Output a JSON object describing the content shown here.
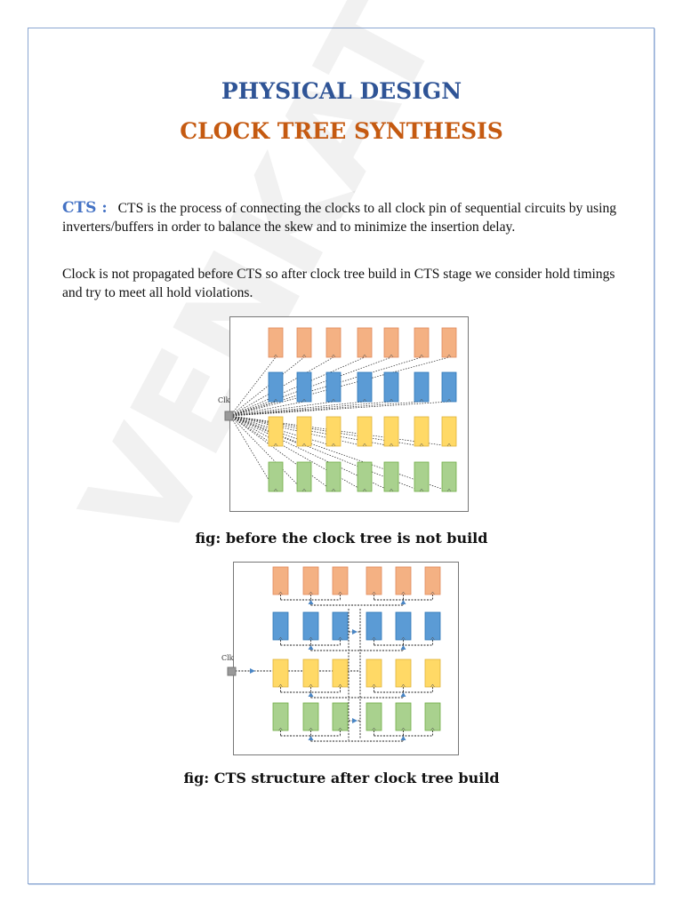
{
  "title": "PHYSICAL DESIGN",
  "subtitle": "CLOCK TREE SYNTHESIS",
  "cts_label": "CTS :",
  "para1": "CTS is the process of connecting the clocks to all clock pin of sequential circuits by using inverters/buffers in order to balance the skew and to minimize the insertion delay.",
  "para2": "Clock is not propagated before CTS so after clock tree build in CTS stage we consider hold timings and try to meet all hold violations.",
  "fig1": {
    "clk_label": "Clk",
    "caption": "fig: before the clock tree is not build"
  },
  "fig2": {
    "clk_label": "Clk",
    "caption": "fig: CTS structure after clock tree build"
  },
  "colors": {
    "title": "#2f5496",
    "subtitle": "#c55a11",
    "cts_label": "#4472c4",
    "row_colors": [
      "#f4b183",
      "#5b9bd5",
      "#ffd966",
      "#a9d18e"
    ],
    "row_strokes": [
      "#e08a5c",
      "#2e75b6",
      "#e0b23a",
      "#70ad47"
    ]
  },
  "watermark": "VENKAT"
}
